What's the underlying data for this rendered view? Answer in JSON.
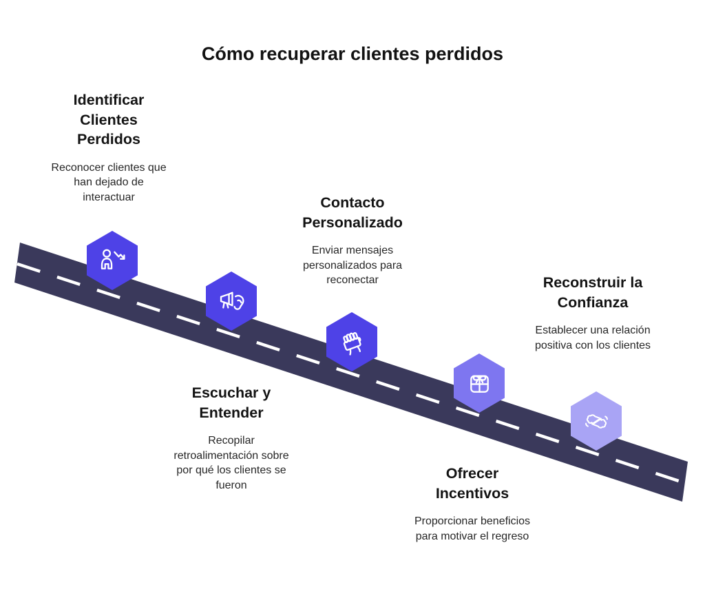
{
  "title": "Cómo recuperar clientes perdidos",
  "colors": {
    "road": "#3A395B",
    "road_dash": "#FFFFFF",
    "hex_primary": "#4E42E7",
    "hex_mid": "#7E76F0",
    "hex_light": "#A9A4F5",
    "heading_text": "#131313",
    "body_text": "#262626"
  },
  "steps": [
    {
      "title": "Identificar Clientes Perdidos",
      "description": "Reconocer clientes que han dejado de interactuar",
      "icon": "customer-decline-icon",
      "hex_color": "#4E42E7"
    },
    {
      "title": "Escuchar y Entender",
      "description": "Recopilar retroalimentación sobre por qué los clientes se fueron",
      "icon": "megaphone-ear-icon",
      "hex_color": "#4E42E7"
    },
    {
      "title": "Contacto Personalizado",
      "description": "Enviar mensajes personalizados para reconectar",
      "icon": "hand-holding-phone-icon",
      "hex_color": "#4E42E7"
    },
    {
      "title": "Ofrecer Incentivos",
      "description": "Proporcionar beneficios para motivar el regreso",
      "icon": "gift-icon",
      "hex_color": "#7E76F0"
    },
    {
      "title": "Reconstruir la Confianza",
      "description": "Establecer una relación positiva con los clientes",
      "icon": "hands-trust-icon",
      "hex_color": "#A9A4F5"
    }
  ]
}
